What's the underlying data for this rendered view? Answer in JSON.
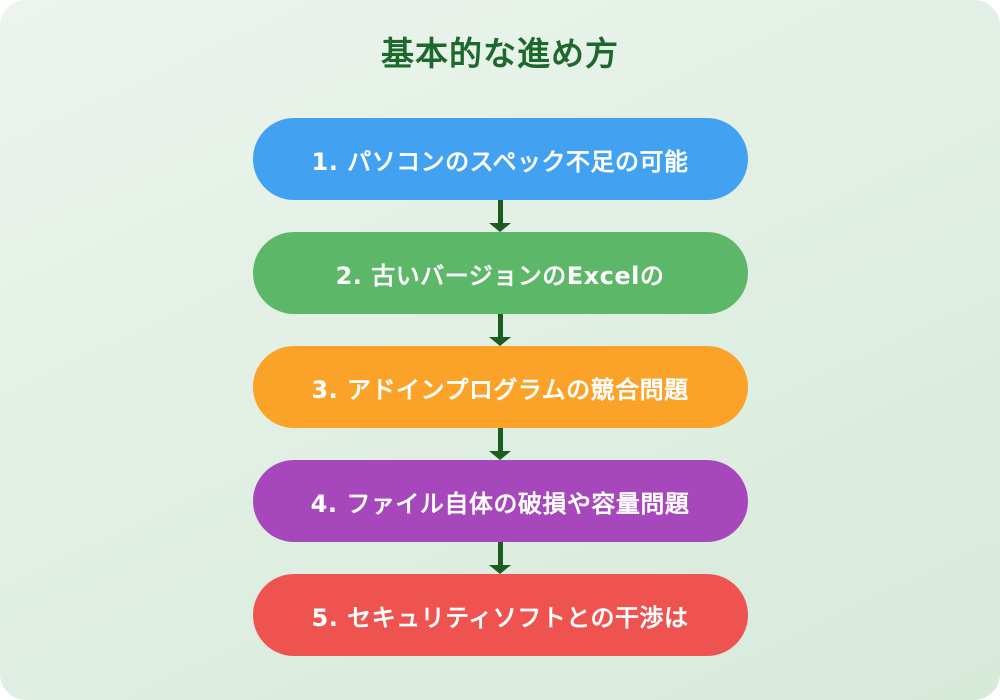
{
  "page": {
    "title": "基本的な進め方",
    "title_color": "#1d692d",
    "background_gradient": [
      "#ecf4ed",
      "#d6eada"
    ],
    "arrow_color": "#1d5c20"
  },
  "flow": {
    "text_color": "#ffffff",
    "steps": [
      {
        "label": "1. パソコンのスペック不足の可能",
        "color": "#42a2f1"
      },
      {
        "label": "2. 古いバージョンのExcelの",
        "color": "#5cb868"
      },
      {
        "label": "3. アドインプログラムの競合問題",
        "color": "#fba328"
      },
      {
        "label": "4. ファイル自体の破損や容量問題",
        "color": "#a747bc"
      },
      {
        "label": "5. セキュリティソフトとの干渉は",
        "color": "#ef5350"
      }
    ]
  }
}
